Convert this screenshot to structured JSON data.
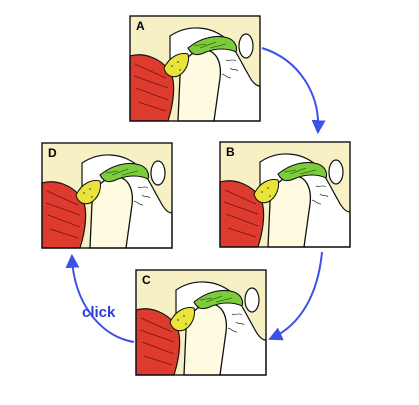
{
  "panels": [
    {
      "id": "A",
      "label": "A"
    },
    {
      "id": "B",
      "label": "B"
    },
    {
      "id": "C",
      "label": "C"
    },
    {
      "id": "D",
      "label": "D"
    }
  ],
  "cycle_annotation": "click",
  "colors": {
    "background_bone": "#f6f0c4",
    "condyle": "#fffbe0",
    "muscle": "#dd3b2e",
    "retrodiscal_fat": "#e8e43a",
    "disc": "#7ccc3c",
    "outline": "#111111",
    "arrow": "#3a52e6",
    "annotation": "#2a3fd8"
  }
}
